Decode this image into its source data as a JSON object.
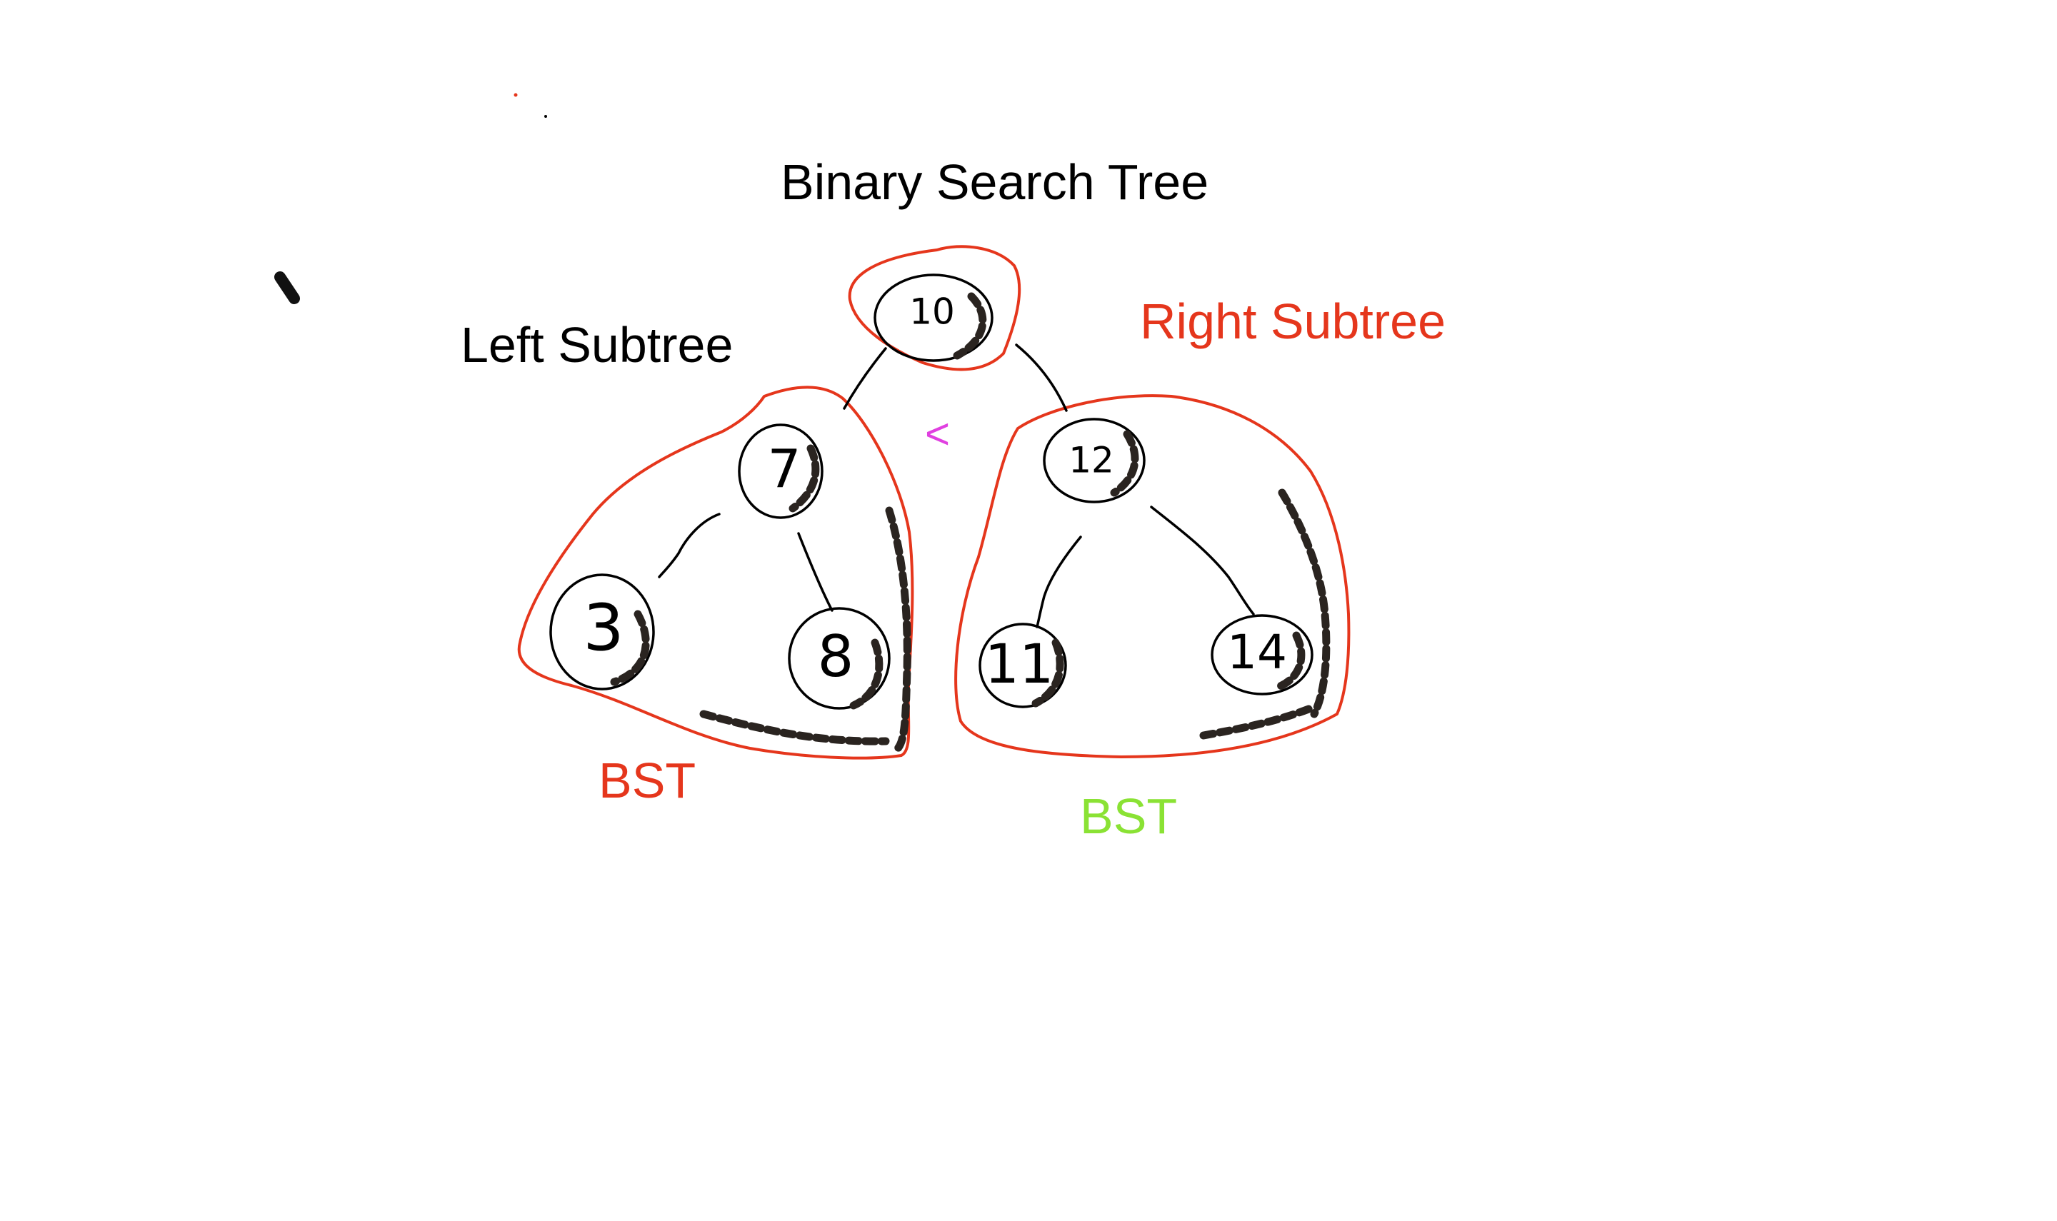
{
  "title": "Binary Search Tree",
  "left_subtree_label": "Left Subtree",
  "right_subtree_label": "Right Subtree",
  "left_bst_label": "BST",
  "right_bst_label": "BST",
  "comparison_symbol": "<",
  "colors": {
    "ink": "#000000",
    "red": "#e5361c",
    "green": "#8ae234",
    "magenta": "#e040e0",
    "shade": "#2a2420"
  },
  "tree": {
    "root": "10",
    "left": {
      "value": "7",
      "left": "3",
      "right": "8"
    },
    "right": {
      "value": "12",
      "left": "11",
      "right": "14"
    }
  }
}
